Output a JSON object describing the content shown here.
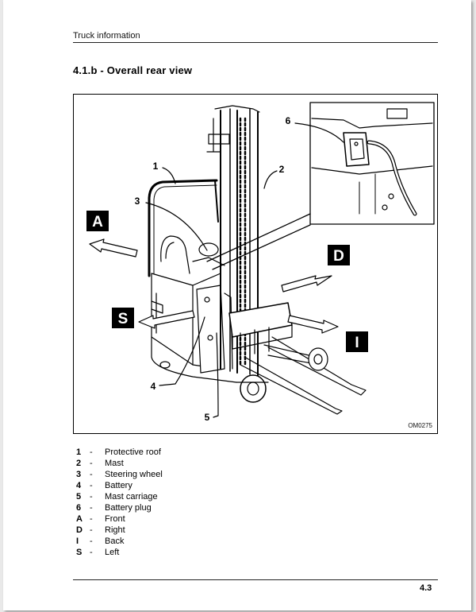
{
  "header": {
    "section": "Truck information"
  },
  "section_title": "4.1.b - Overall rear view",
  "figure": {
    "code": "OM0275",
    "callouts": [
      "1",
      "2",
      "3",
      "4",
      "5",
      "6"
    ],
    "direction_labels": [
      "A",
      "D",
      "S",
      "I"
    ]
  },
  "legend": [
    {
      "key": "1",
      "dash": "-",
      "text": "Protective roof"
    },
    {
      "key": "2",
      "dash": "-",
      "text": "Mast"
    },
    {
      "key": "3",
      "dash": "-",
      "text": "Steering wheel"
    },
    {
      "key": "4",
      "dash": "-",
      "text": "Battery"
    },
    {
      "key": "5",
      "dash": "-",
      "text": "Mast carriage"
    },
    {
      "key": "6",
      "dash": "-",
      "text": "Battery plug"
    },
    {
      "key": "A",
      "dash": "-",
      "text": "Front"
    },
    {
      "key": "D",
      "dash": "-",
      "text": "Right"
    },
    {
      "key": "I",
      "dash": "-",
      "text": "Back"
    },
    {
      "key": "S",
      "dash": "-",
      "text": "Left"
    }
  ],
  "footer": {
    "page": "4.3"
  }
}
